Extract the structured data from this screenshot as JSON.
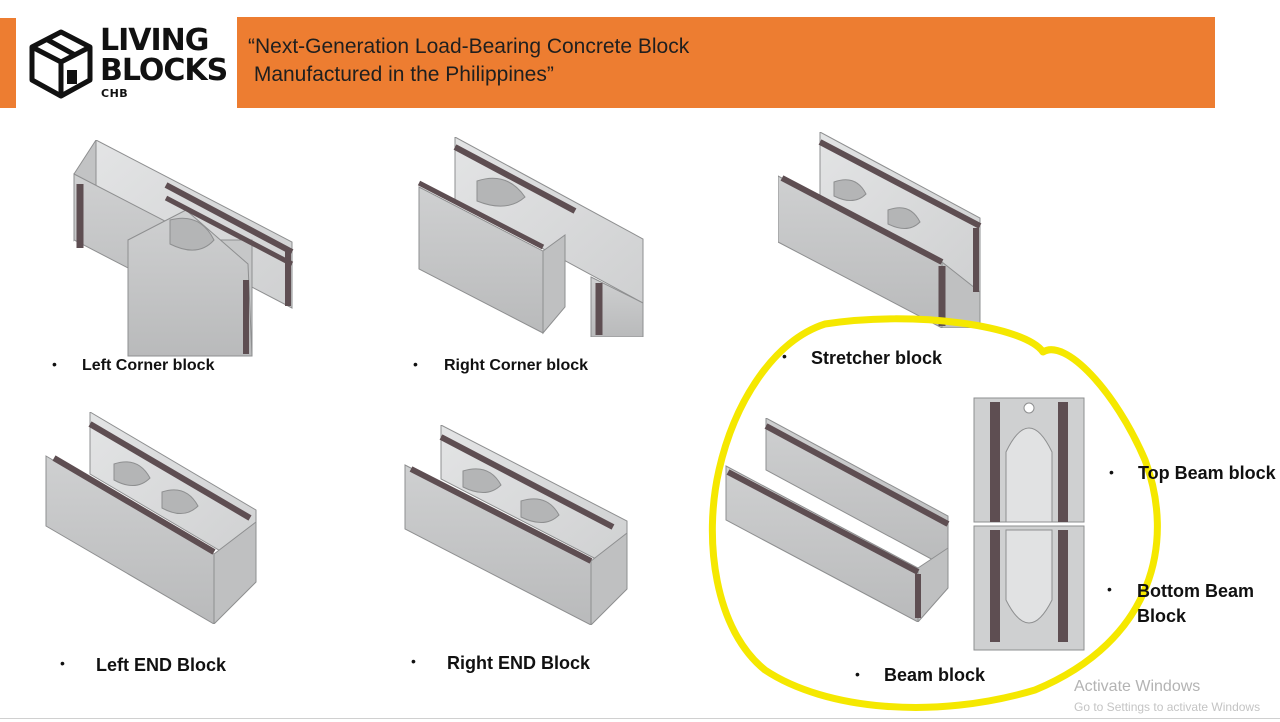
{
  "logo": {
    "line1": "LIVING",
    "line2": "BLOCKS",
    "line3": "CHB"
  },
  "header": {
    "headline_line1": "“Next-Generation Load-Bearing Concrete Block",
    "headline_line2": " Manufactured in the Philippines”"
  },
  "blocks": {
    "left_corner": "Left Corner block",
    "right_corner": "Right Corner block",
    "stretcher": "Stretcher block",
    "left_end": "Left END Block",
    "right_end": "Right END Block",
    "beam": "Beam block",
    "top_beam": "Top Beam block",
    "bottom_beam_1": "Bottom Beam",
    "bottom_beam_2": "Block"
  },
  "bullet_char": "•",
  "watermark": {
    "title": "Activate Windows",
    "subtitle": "Go to Settings to activate Windows"
  },
  "colors": {
    "accent": "#ED7D31",
    "highlight": "#F5E800",
    "concrete": "#C9CACB",
    "groove": "#5E4E52"
  }
}
